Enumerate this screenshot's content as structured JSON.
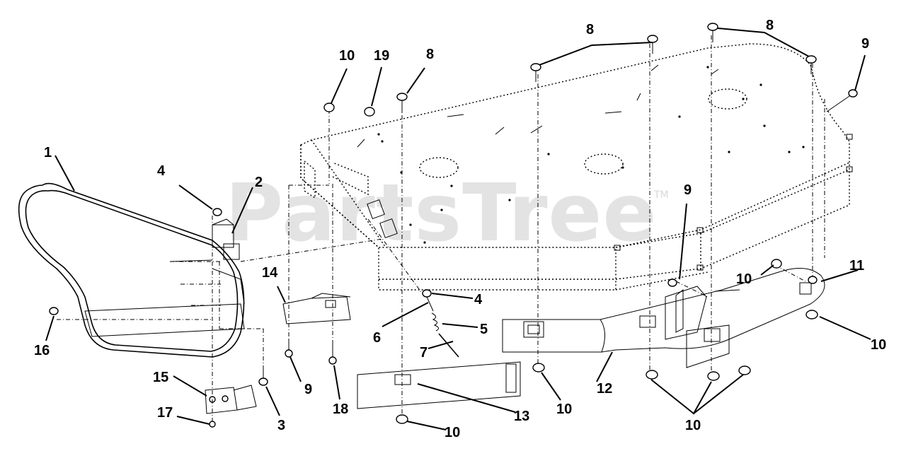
{
  "watermark": {
    "text": "PartsTree",
    "trademark": "TM"
  },
  "callouts": [
    {
      "label": "1"
    },
    {
      "label": "2"
    },
    {
      "label": "3"
    },
    {
      "label": "4"
    },
    {
      "label": "4"
    },
    {
      "label": "5"
    },
    {
      "label": "6"
    },
    {
      "label": "7"
    },
    {
      "label": "8"
    },
    {
      "label": "8"
    },
    {
      "label": "8"
    },
    {
      "label": "9"
    },
    {
      "label": "9"
    },
    {
      "label": "9"
    },
    {
      "label": "10"
    },
    {
      "label": "10"
    },
    {
      "label": "10"
    },
    {
      "label": "10"
    },
    {
      "label": "10"
    },
    {
      "label": "10"
    },
    {
      "label": "11"
    },
    {
      "label": "12"
    },
    {
      "label": "13"
    },
    {
      "label": "14"
    },
    {
      "label": "15"
    },
    {
      "label": "16"
    },
    {
      "label": "17"
    },
    {
      "label": "18"
    },
    {
      "label": "19"
    }
  ]
}
